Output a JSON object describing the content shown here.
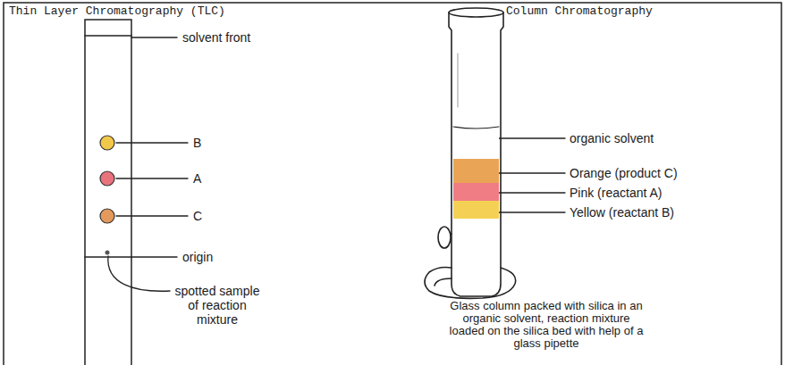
{
  "diagram": {
    "labels": [
      "Thin Layer Chromatography (TLC)",
      "Column Chromatography",
      "solvent front",
      "B",
      "A",
      "C",
      "origin",
      "spotted sample of reaction mixture",
      "organic solvent",
      "Orange (product C)",
      "Pink (reactant A)",
      "Yellow (reactant B)",
      "Glass column packed with silica in an organic solvent, reaction mixture loaded on the silica bed with help of a glass pipette"
    ]
  }
}
